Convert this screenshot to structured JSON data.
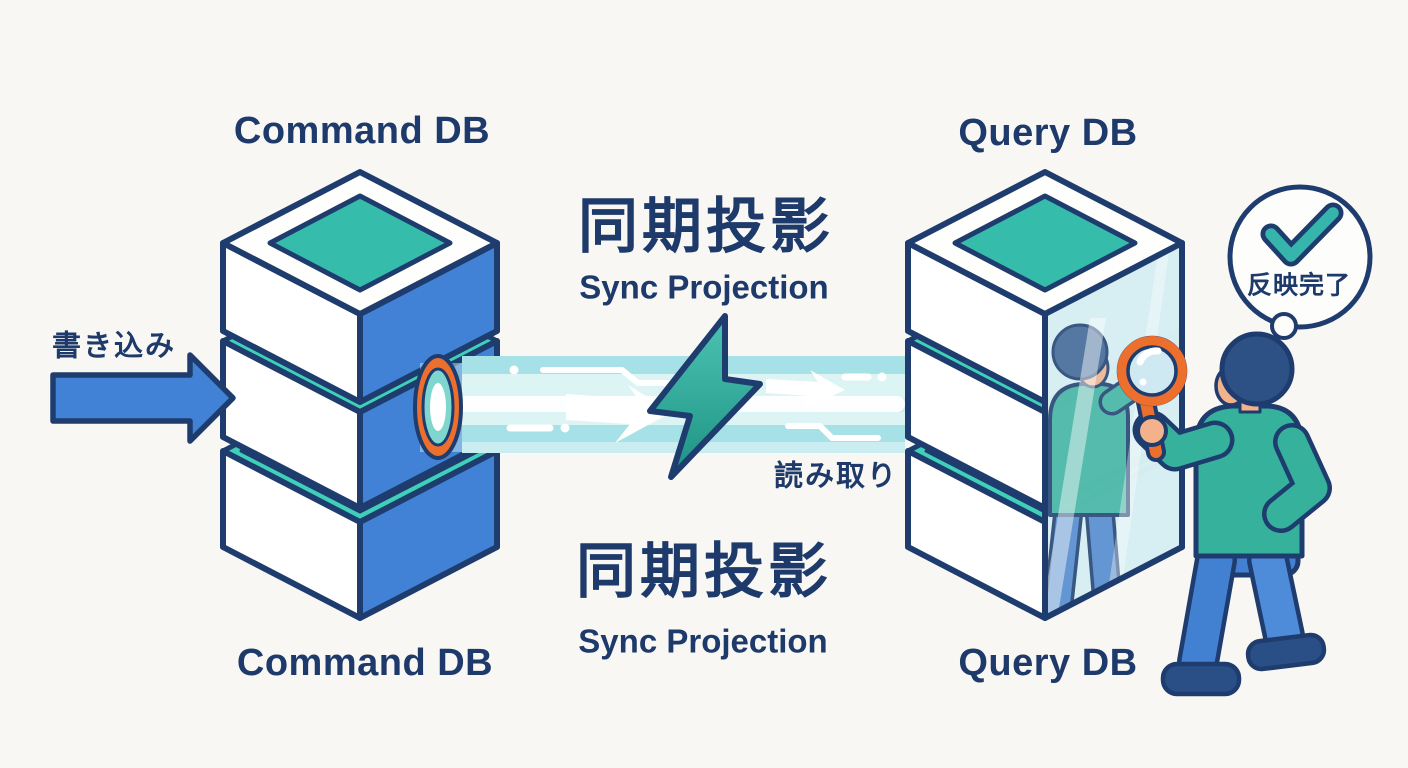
{
  "page": {
    "background": "#f8f7f4",
    "kind": "cqrs-sync-projection-diagram"
  },
  "labels": {
    "command_db_top": "Command DB",
    "command_db_bottom": "Command DB",
    "query_db_top": "Query DB",
    "query_db_bottom": "Query DB",
    "sync_projection_top_jp": "同期投影",
    "sync_projection_top_en": "Sync Projection",
    "sync_projection_bottom_jp": "同期投影",
    "sync_projection_bottom_en": "Sync Projection",
    "write": "書き込み",
    "read": "読み取り",
    "reflection_done": "反映完了"
  },
  "colors": {
    "navy_outline": "#1e3c6d",
    "text_navy": "#1d3a6b",
    "db_face_blue": "#4182d6",
    "db_top_teal": "#35bcab",
    "db_rim_teal": "#3fd0ba",
    "beam_base": "#c9edf0",
    "beam_stripe": "#a5e1e6",
    "bolt_teal_top": "#4cc3b2",
    "bolt_teal_bottom": "#1d9385",
    "accent_orange": "#ed6f2e",
    "glass_blue": "#dcf2f4",
    "shirt_teal": "#36b19c",
    "jeans_blue": "#4281d2",
    "skin": "#f3b28c",
    "check_teal": "#35b5ab",
    "bubble_fill": "#fdfdfb"
  },
  "icon_names": [
    "write-arrow-icon",
    "projector-lens-icon",
    "data-beam",
    "lightning-bolt-icon",
    "magnifying-glass-icon",
    "check-icon",
    "thought-bubble"
  ]
}
